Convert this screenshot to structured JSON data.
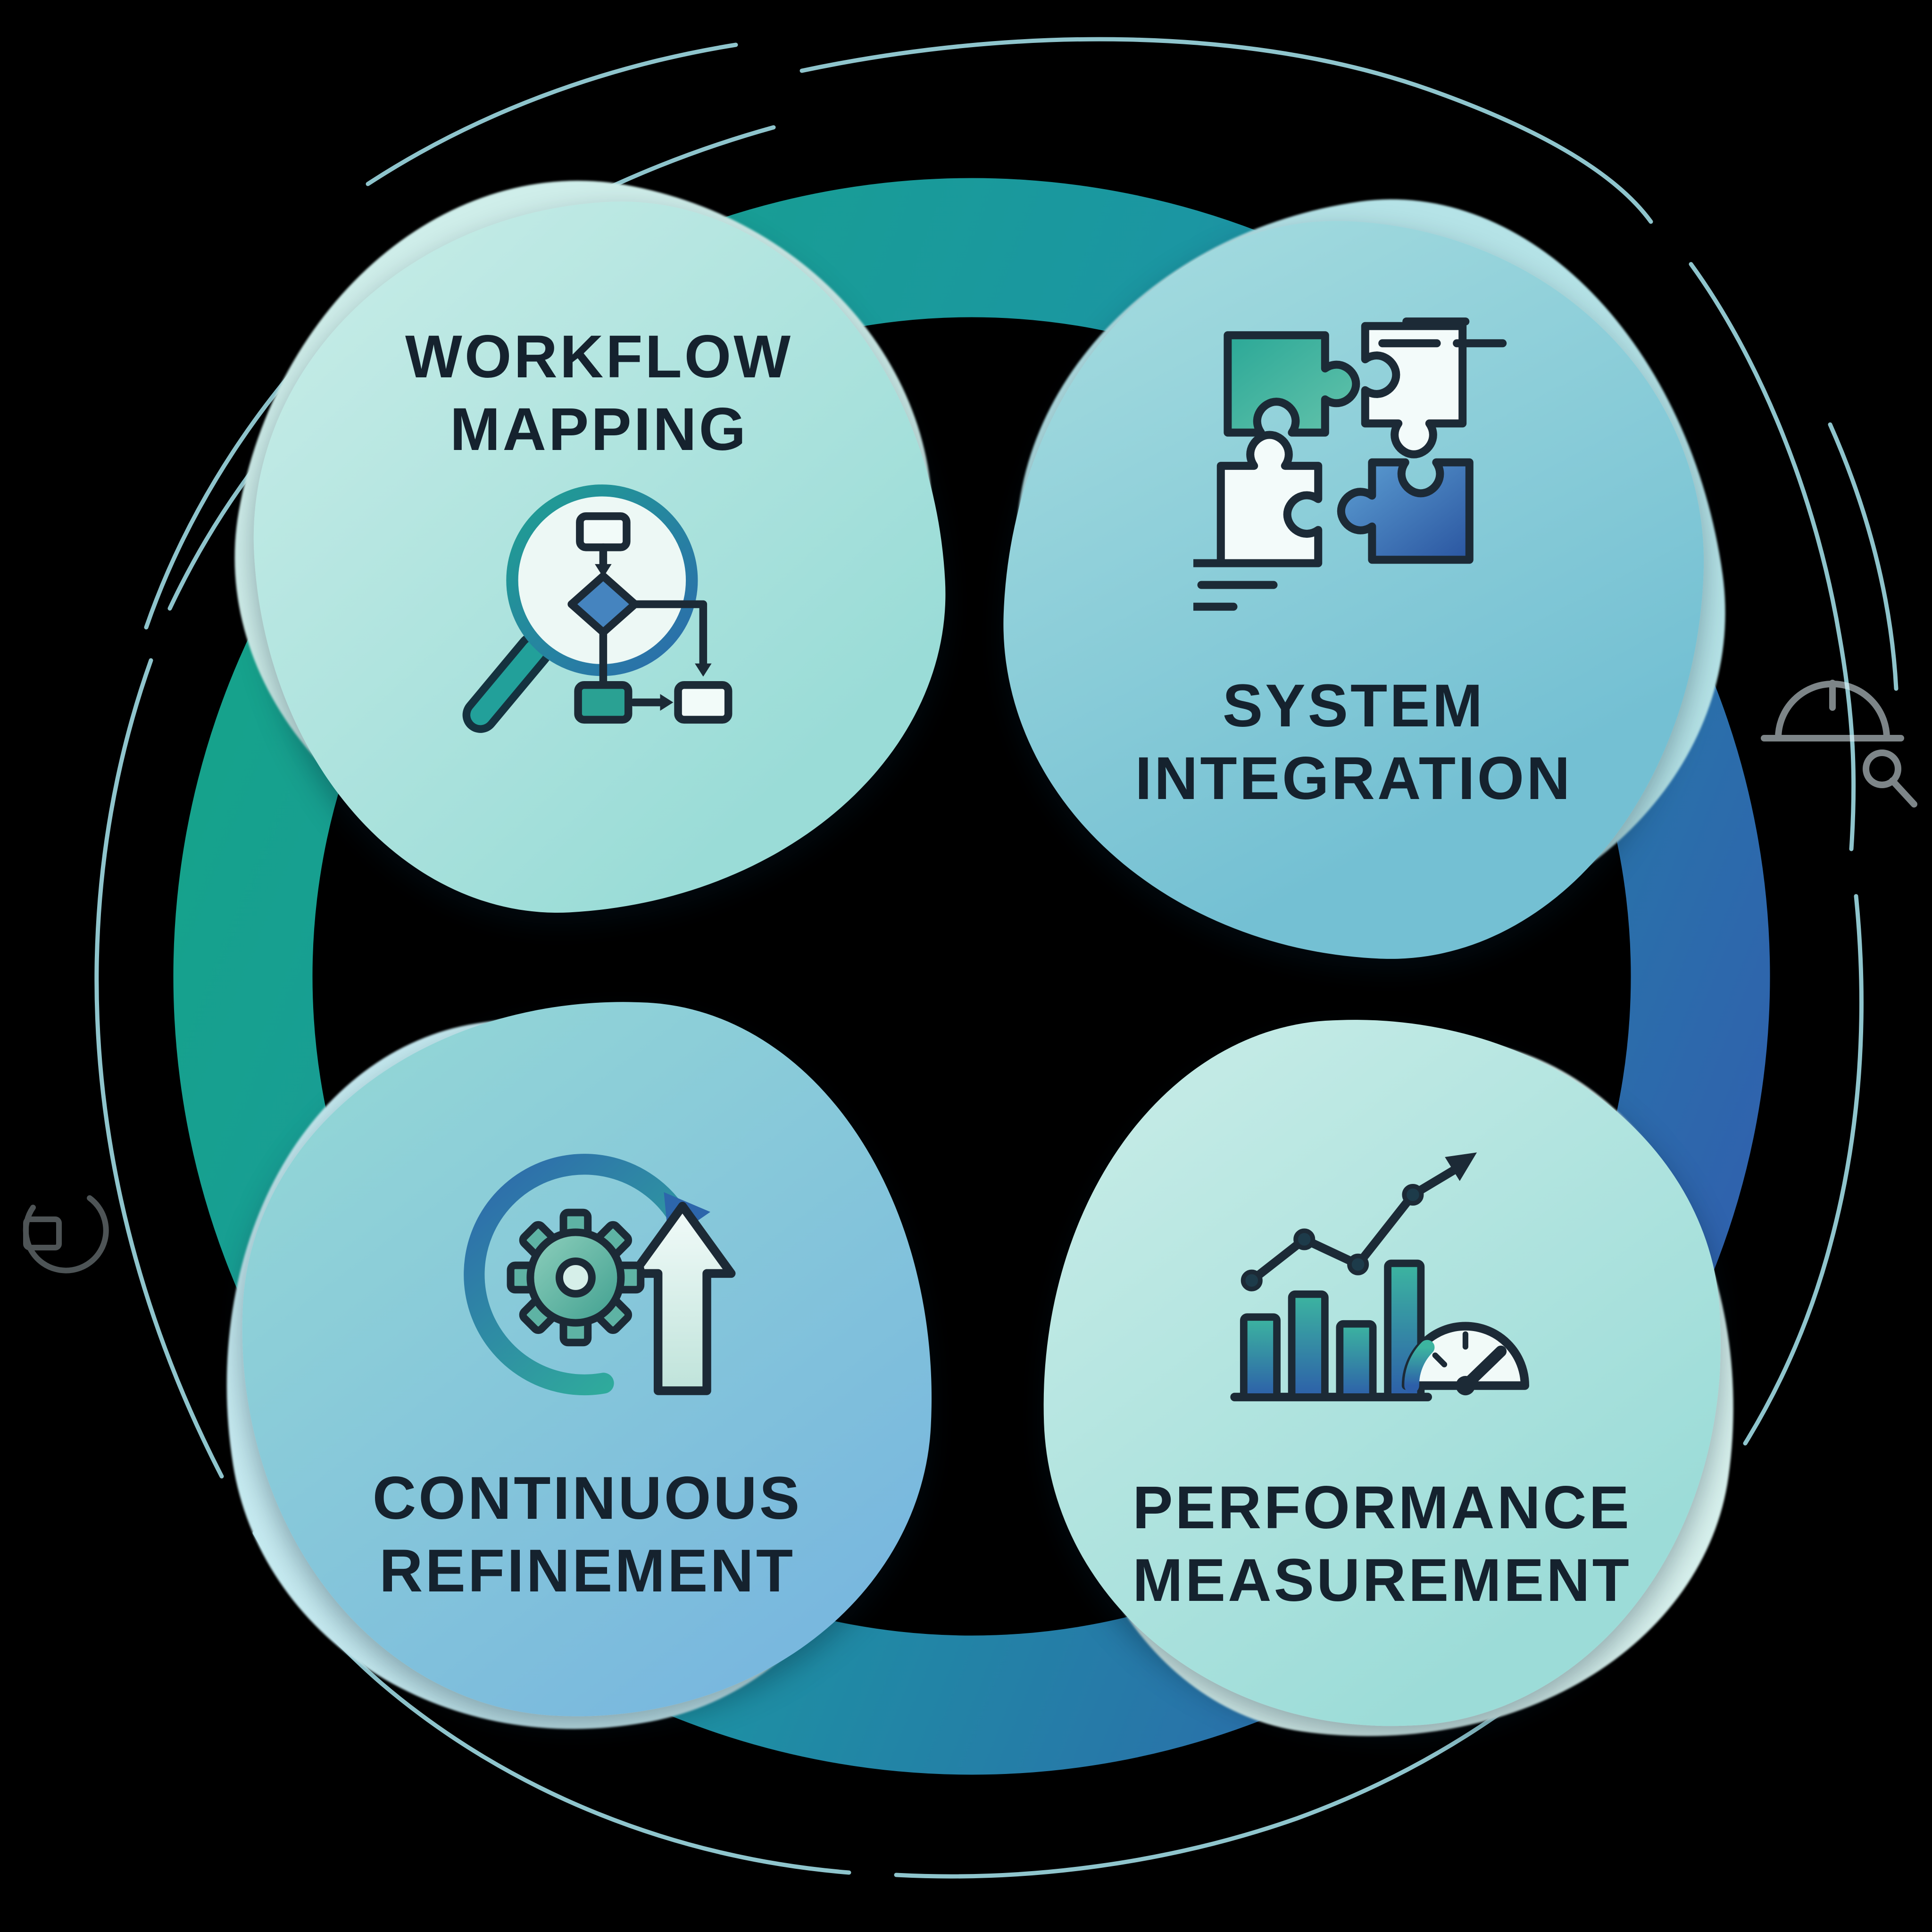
{
  "title": "Process cycle infographic",
  "nodes": [
    {
      "id": "workflow-mapping",
      "lines": [
        "WORKFLOW",
        "MAPPING"
      ],
      "icon": "magnifier-flowchart-icon"
    },
    {
      "id": "system-integration",
      "lines": [
        "SYSTEM",
        "INTEGRATION"
      ],
      "icon": "puzzle-pieces-icon"
    },
    {
      "id": "continuous-refinement",
      "lines": [
        "CONTINUOUS",
        "REFINEMENT"
      ],
      "icon": "gear-cycle-arrows-icon"
    },
    {
      "id": "performance-measurement",
      "lines": [
        "PERFORMANCE",
        "MEASUREMENT"
      ],
      "icon": "chart-speedometer-icon"
    }
  ],
  "side_icons": [
    "hard-hat-wrench-icon",
    "gear-sync-icon"
  ],
  "colors": {
    "background": "#000000",
    "ring_gradient": [
      "#16a28c",
      "#1b96a2",
      "#2f63ad"
    ],
    "sketch_outline": "#9edae3",
    "label_text": "#15222e",
    "icon_stroke": "#1c2a36",
    "accent_teal": "#2aa193",
    "accent_blue": "#2d66ab",
    "blob_mint": "#9adcd7",
    "blob_blue_teal": "#74c0d3"
  }
}
